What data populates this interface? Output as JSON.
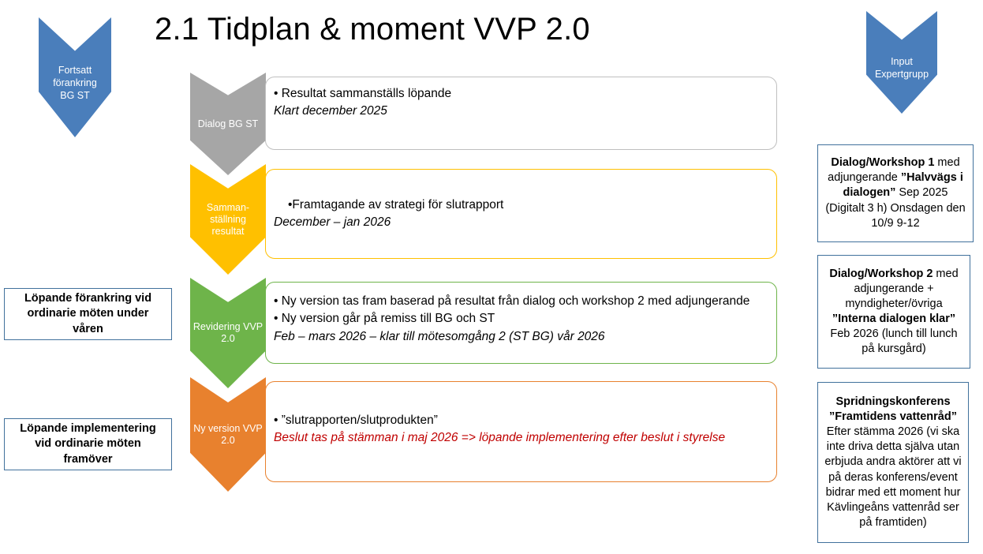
{
  "title": "2.1 Tidplan & moment VVP 2.0",
  "colors": {
    "blue": "#4A7EBB",
    "gray": "#A6A6A6",
    "yellow": "#FFC000",
    "green": "#6EB44A",
    "orange": "#E8812E",
    "note_border": "#41719C",
    "red_text": "#C00000"
  },
  "side_chevrons": [
    {
      "label": "Fortsatt\nförankring\nBG ST"
    },
    {
      "label": "Input\nExpertgrupp"
    }
  ],
  "process_rows": [
    {
      "stage_label": "Dialog BG ST",
      "color": "#A6A6A6",
      "lines": [
        {
          "text": "• Resultat sammanställs löpande",
          "style": "normal"
        },
        {
          "text": "Klart december 2025",
          "style": "italic"
        }
      ]
    },
    {
      "stage_label": "Samman-\nställning\nresultat",
      "color": "#FFC000",
      "lines": [
        {
          "text": "•Framtagande av strategi för slutrapport",
          "style": "normal-indent"
        },
        {
          "text": "December – jan 2026",
          "style": "italic"
        }
      ]
    },
    {
      "stage_label": "Revidering VVP\n2.0",
      "color": "#6EB44A",
      "lines": [
        {
          "text": "• Ny version tas fram baserad på resultat från dialog och workshop 2 med adjungerande",
          "style": "normal"
        },
        {
          "text": "• Ny version går på remiss till BG och ST",
          "style": "normal"
        },
        {
          "text": "Feb – mars 2026 – klar till mötesomgång 2 (ST BG) vår 2026",
          "style": "italic"
        }
      ]
    },
    {
      "stage_label": "Ny version VVP\n2.0",
      "color": "#E8812E",
      "lines": [
        {
          "text": "• ”slutrapporten/slutprodukten”",
          "style": "normal"
        },
        {
          "text": "Beslut tas på stämman i maj 2026 => löpande implementering efter beslut i styrelse",
          "style": "red-italic"
        }
      ]
    }
  ],
  "left_notes": [
    {
      "text": "Löpande förankring vid ordinarie möten under våren"
    },
    {
      "text": "Löpande implementering vid ordinarie möten framöver"
    }
  ],
  "right_notes": [
    {
      "segments": [
        {
          "text": "Dialog/Workshop 1",
          "bold": true
        },
        {
          "text": " med adjungerande ",
          "bold": false
        },
        {
          "text": "”Halvvägs i dialogen”",
          "bold": true
        },
        {
          "text": " Sep 2025 (Digitalt 3 h) Onsdagen den 10/9 9-12",
          "bold": false
        }
      ]
    },
    {
      "segments": [
        {
          "text": "Dialog/Workshop 2",
          "bold": true
        },
        {
          "text": " med adjungerande + myndigheter/övriga ",
          "bold": false
        },
        {
          "text": "”Interna dialogen klar”",
          "bold": true
        },
        {
          "text": " Feb 2026 (lunch till lunch på kursgård)",
          "bold": false
        }
      ]
    },
    {
      "segments": [
        {
          "text": "Spridningskonferens ”Framtidens vattenråd”",
          "bold": true
        },
        {
          "text": " Efter stämma 2026 (vi ska inte driva detta själva utan erbjuda andra aktörer att vi på deras konferens/event bidrar med ett moment hur Kävlingeåns vattenråd ser på framtiden)",
          "bold": false
        }
      ]
    }
  ]
}
